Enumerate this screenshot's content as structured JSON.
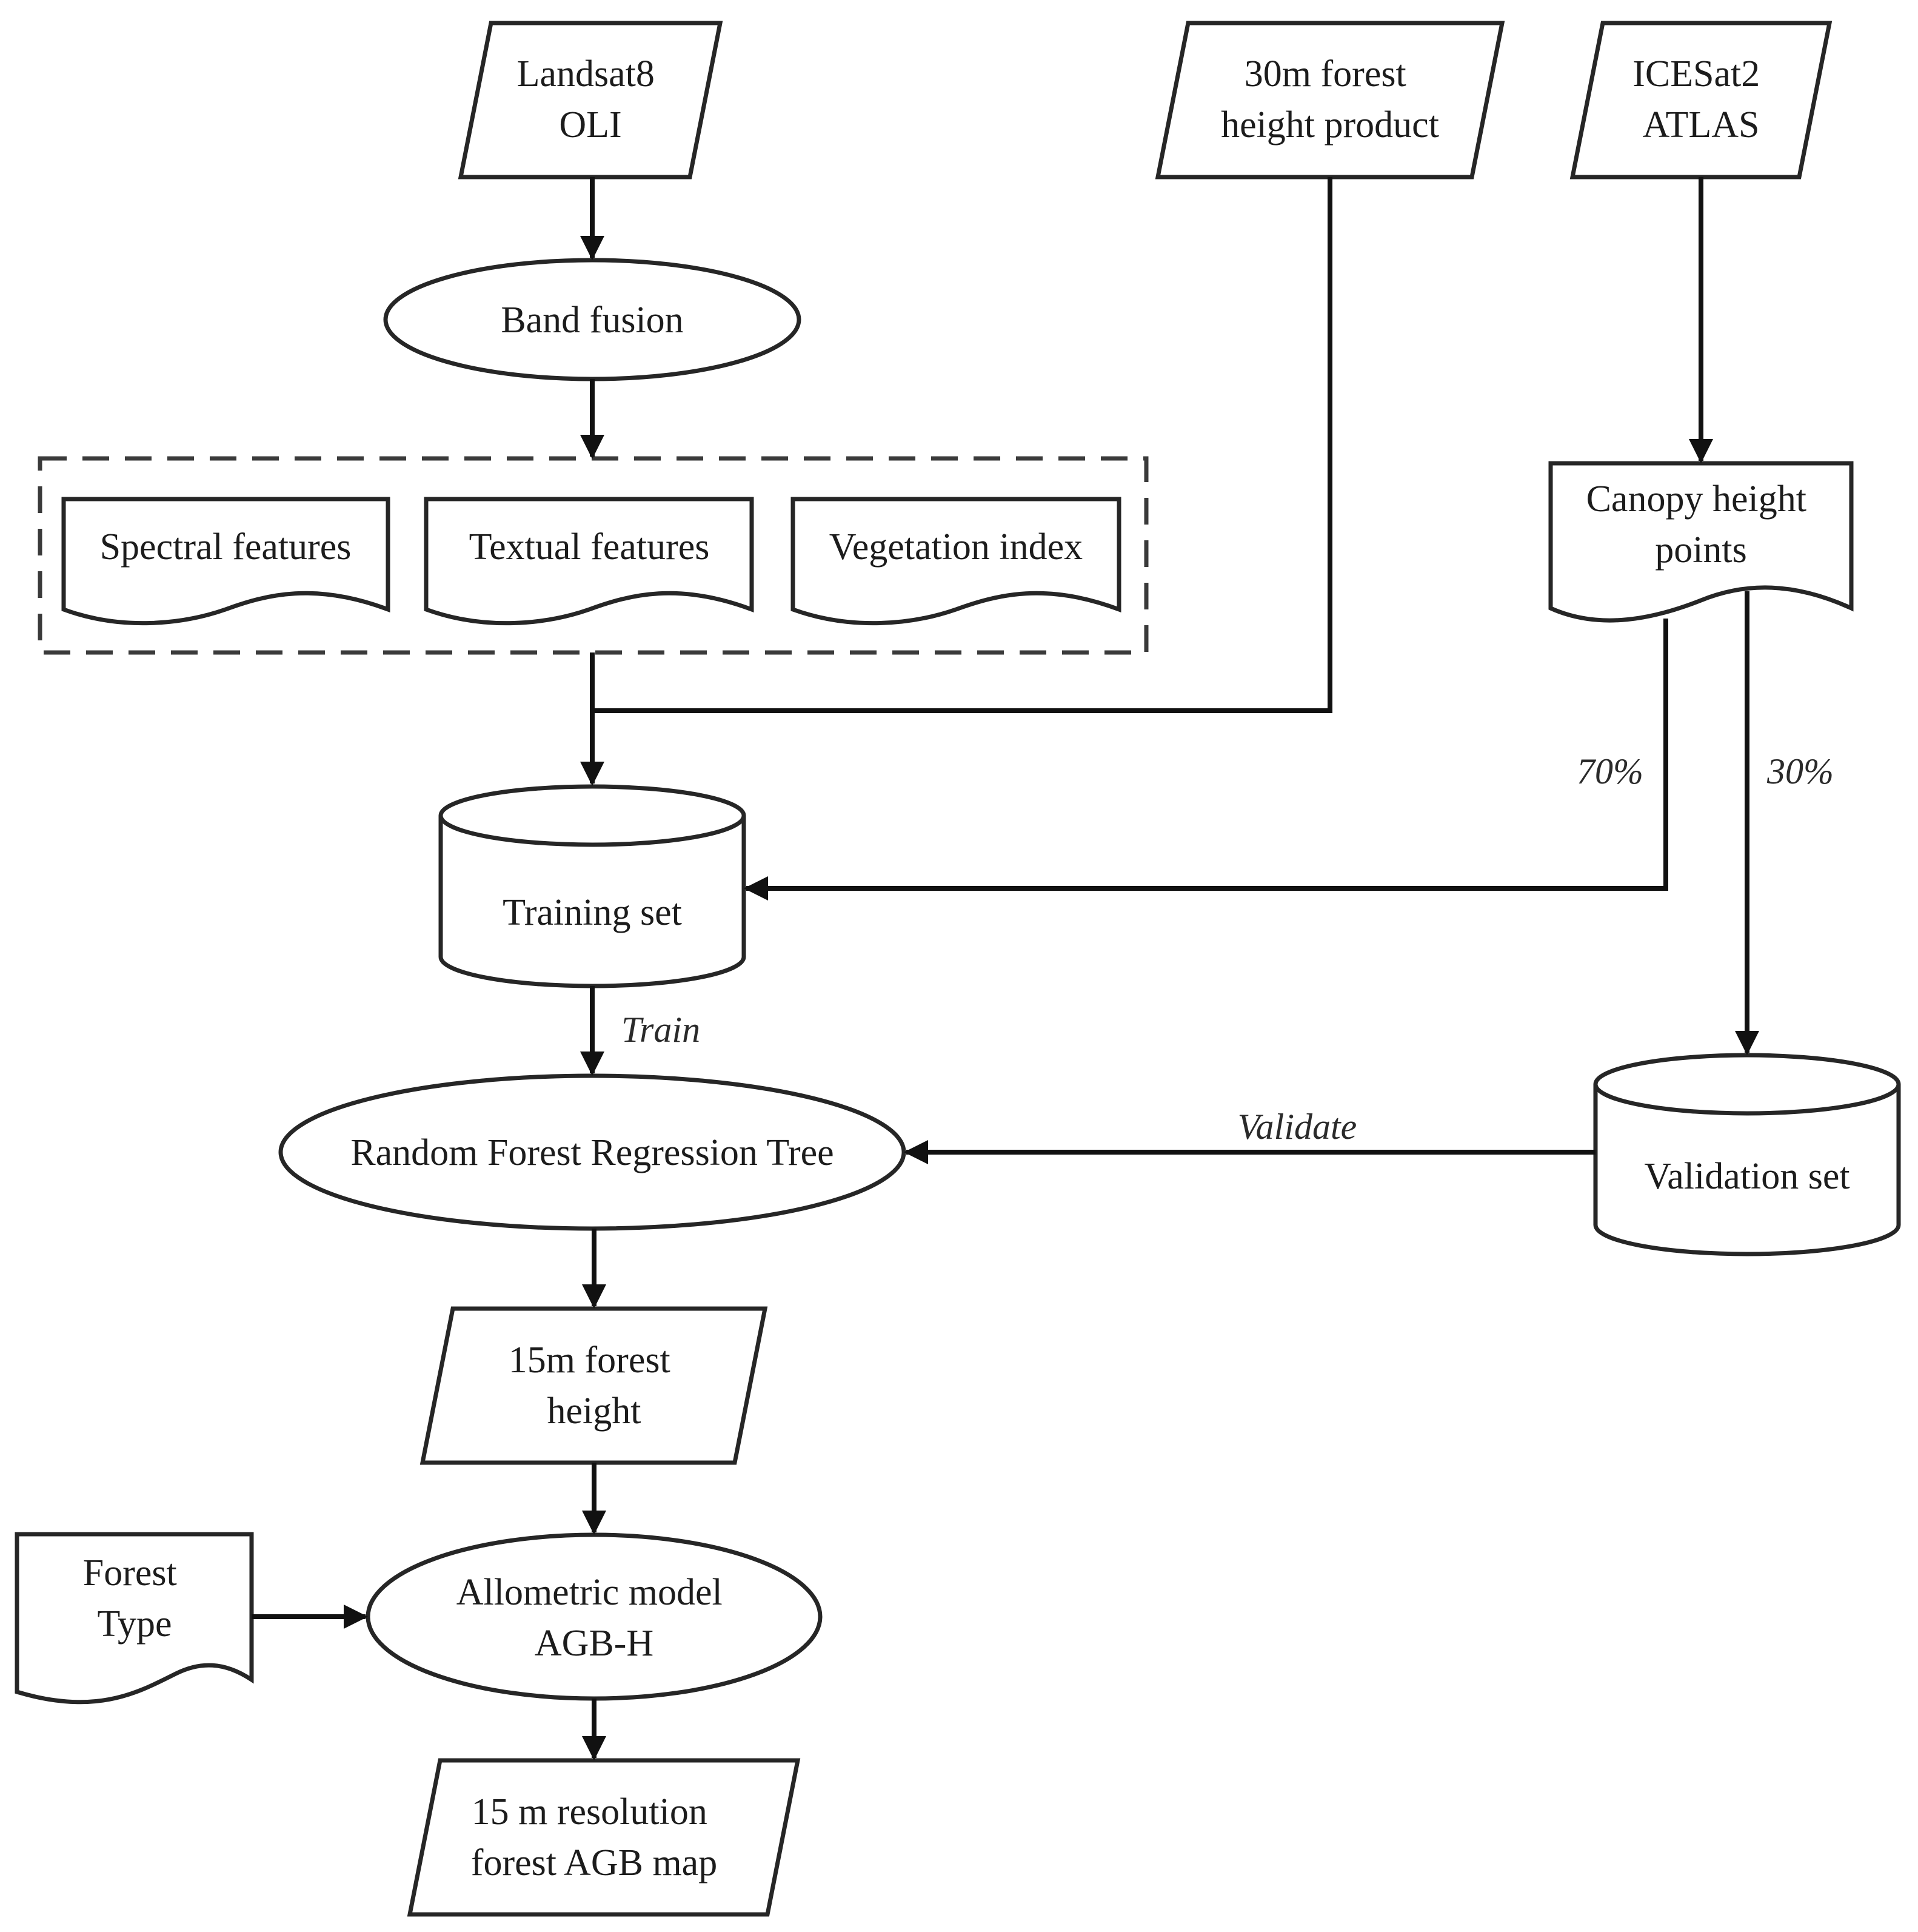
{
  "nodes": {
    "landsat": {
      "lines": [
        "Landsat8",
        "OLI"
      ]
    },
    "forest_product": {
      "lines": [
        "30m forest",
        "height product"
      ]
    },
    "icesat": {
      "lines": [
        "ICESat2",
        "ATLAS"
      ]
    },
    "band_fusion": {
      "lines": [
        "Band fusion"
      ]
    },
    "spectral": {
      "lines": [
        "Spectral features"
      ]
    },
    "textual": {
      "lines": [
        "Textual features"
      ]
    },
    "vegetation": {
      "lines": [
        "Vegetation index"
      ]
    },
    "canopy": {
      "lines": [
        "Canopy height",
        "points"
      ]
    },
    "training": {
      "lines": [
        "Training set"
      ]
    },
    "rf": {
      "lines": [
        "Random Forest Regression Tree"
      ]
    },
    "validation": {
      "lines": [
        "Validation set"
      ]
    },
    "height15": {
      "lines": [
        "15m forest",
        "height"
      ]
    },
    "forest_type": {
      "lines": [
        "Forest",
        "Type"
      ]
    },
    "allometric": {
      "lines": [
        "Allometric model",
        "AGB-H"
      ]
    },
    "agb_map": {
      "lines": [
        "15 m resolution",
        "forest AGB map"
      ]
    }
  },
  "edge_labels": {
    "split_train": "70%",
    "split_validate": "30%",
    "train": "Train",
    "validate": "Validate"
  }
}
